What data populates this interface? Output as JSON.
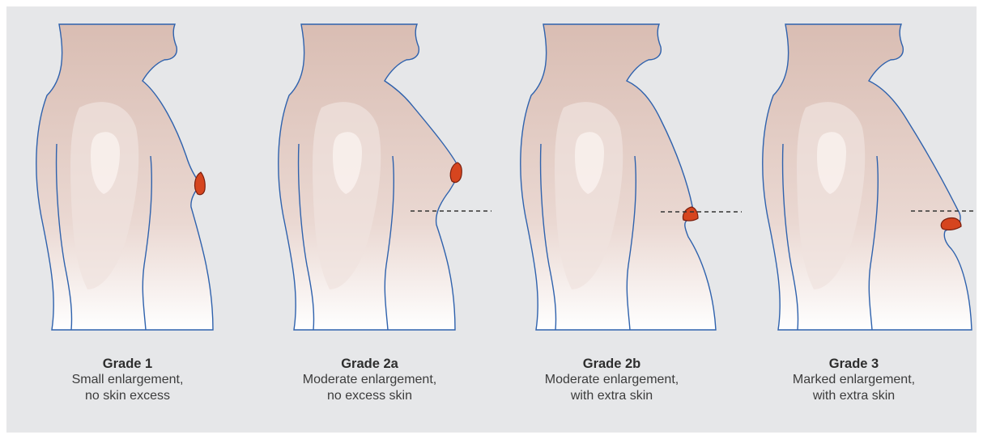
{
  "colors": {
    "outline": "#2f62ad",
    "skin_top": "#dcc1b8",
    "skin_bottom": "#f3e5e1",
    "nipple": "#d6451f",
    "nipple_dark": "#7a1f0e",
    "dashed_line": "#333333",
    "background": "#e6e7e9"
  },
  "grades": [
    {
      "title": "Grade 1",
      "description": "Small enlargement,\nno skin excess"
    },
    {
      "title": "Grade 2a",
      "description": "Moderate enlargement,\nno excess skin"
    },
    {
      "title": "Grade 2b",
      "description": "Moderate enlargement,\nwith extra skin"
    },
    {
      "title": "Grade 3",
      "description": "Marked enlargement,\nwith extra skin"
    }
  ]
}
